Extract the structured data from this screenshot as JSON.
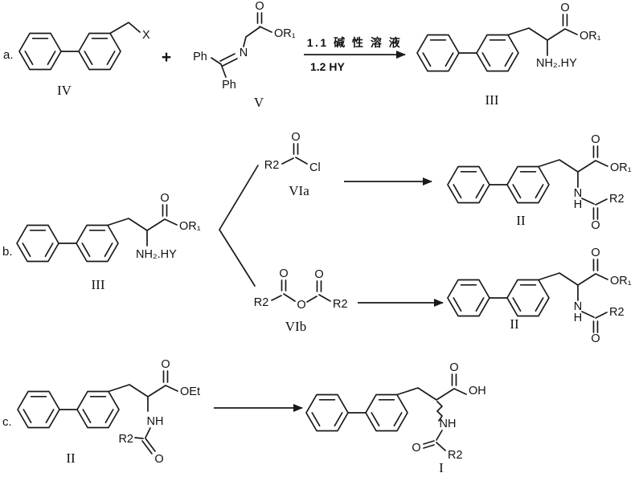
{
  "colors": {
    "ink": "#1a1a1a",
    "background": "#ffffff"
  },
  "rows": {
    "a": {
      "row_label": "a.",
      "iv": {
        "label": "IV",
        "x": "X"
      },
      "plus": "+",
      "v": {
        "label": "V",
        "ph_left": "Ph",
        "ph_bottom": "Ph",
        "n": "N",
        "o": "O",
        "ester": "OR₁"
      },
      "arrow": {
        "above": "1.1 碱 性 溶 液",
        "below": "1.2 HY"
      },
      "iii": {
        "label": "III",
        "o": "O",
        "ester": "OR₁",
        "amine": "NH₂.HY"
      }
    },
    "b": {
      "row_label": "b.",
      "iii": {
        "label": "III",
        "o": "O",
        "ester": "OR₁",
        "amine": "NH₂.HY"
      },
      "via": {
        "label": "VIa",
        "r2": "R2",
        "o": "O",
        "cl": "Cl"
      },
      "vib": {
        "label": "VIb",
        "r2_left": "R2",
        "o_left": "O",
        "o_bridge": "O",
        "o_right": "O",
        "r2_right": "R2"
      },
      "ii_upper": {
        "label": "II",
        "o": "O",
        "ester": "OR₁",
        "n": "N",
        "h": "H",
        "amide_o": "O",
        "r2": "R2"
      },
      "ii_lower": {
        "label": "II",
        "o": "O",
        "ester": "OR₁",
        "n": "N",
        "h": "H",
        "amide_o": "O",
        "r2": "R2"
      }
    },
    "c": {
      "row_label": "c.",
      "ii": {
        "label": "II",
        "o": "O",
        "ester": "OEt",
        "nh": "NH",
        "r2": "R2",
        "amide_o": "O"
      },
      "i": {
        "label": "I",
        "o": "O",
        "acid": "OH",
        "nh": "NH",
        "amide_o": "O",
        "r2": "R2"
      }
    }
  }
}
